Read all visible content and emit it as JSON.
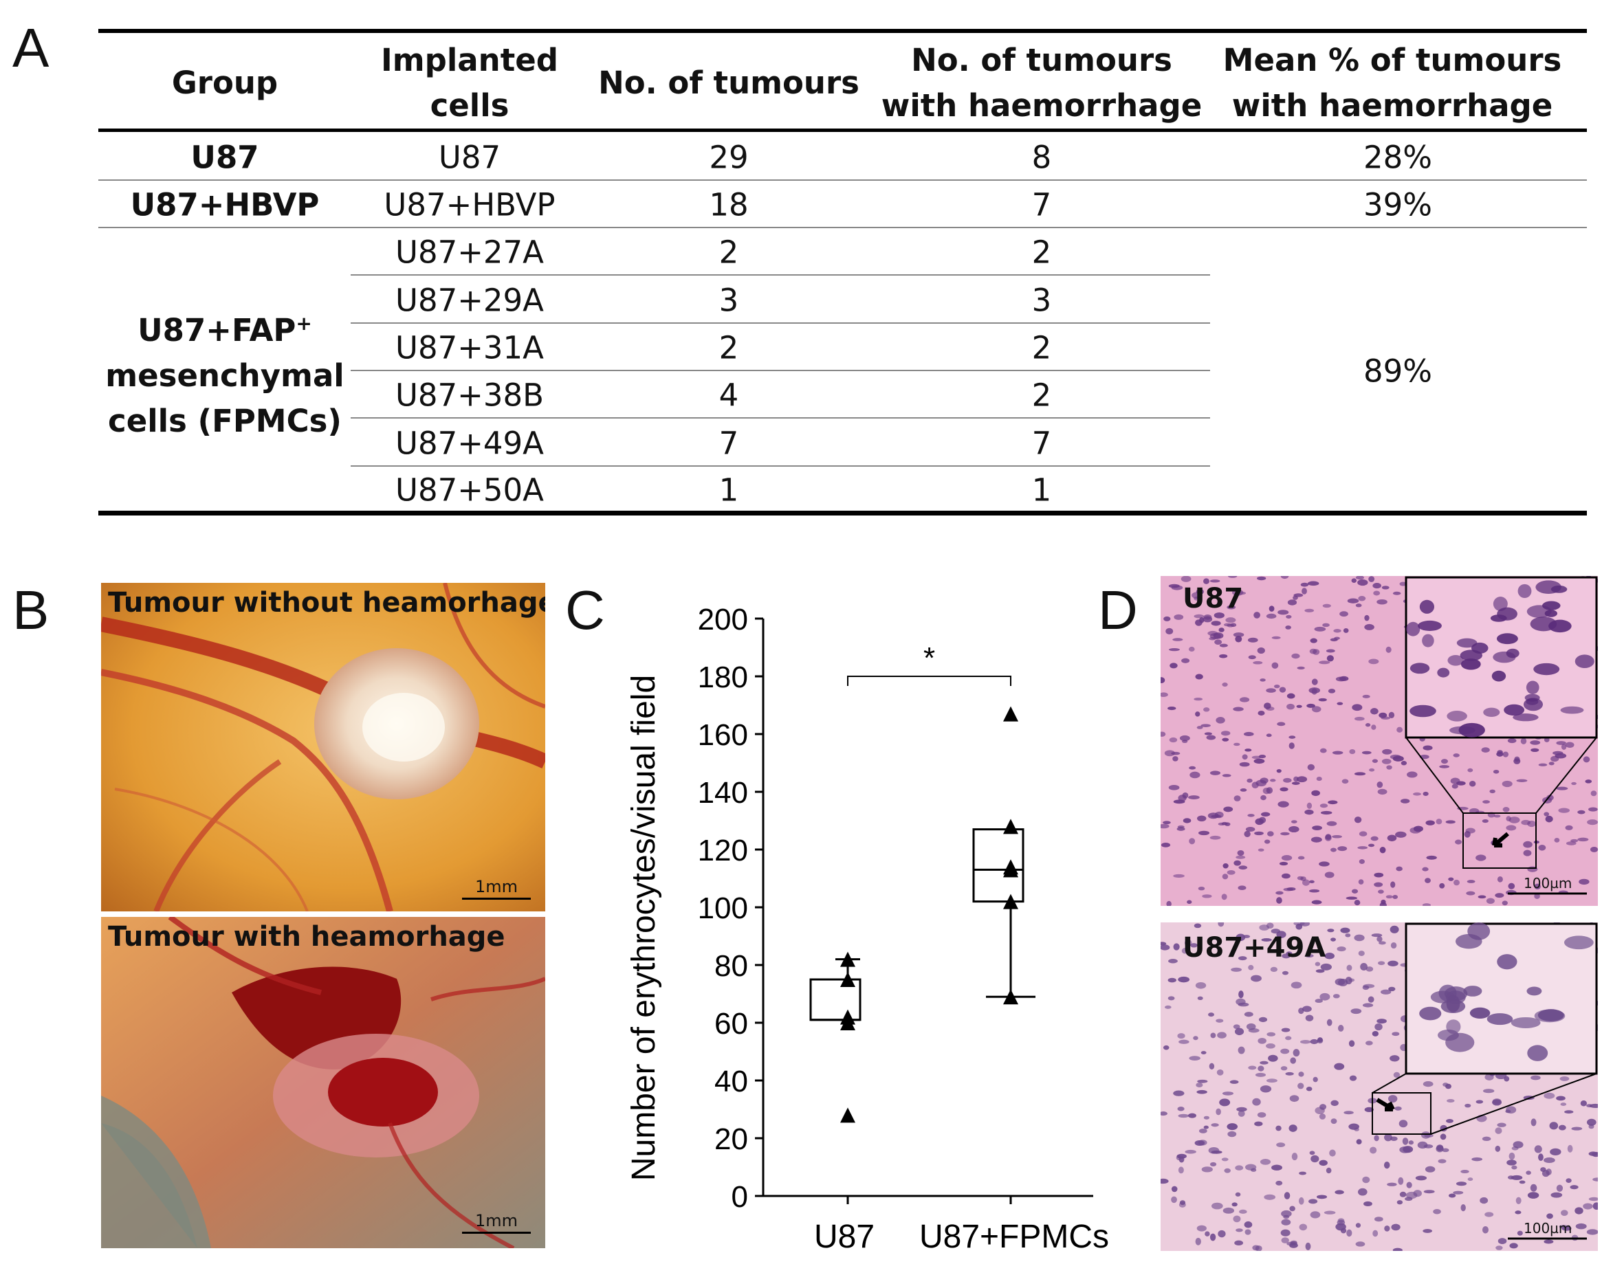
{
  "panels": {
    "a": "A",
    "b": "B",
    "c": "C",
    "d": "D"
  },
  "table": {
    "headers": {
      "group": "Group",
      "implanted_1": "Implanted",
      "implanted_2": "cells",
      "tumours": "No. of tumours",
      "haem_1": "No. of tumours",
      "haem_2": "with haemorrhage",
      "mean_1": "Mean % of tumours",
      "mean_2": "with haemorrhage"
    },
    "group_u87": "U87",
    "group_hbvp": "U87+HBVP",
    "group_fap_1": "U87+FAP",
    "group_fap_sup": "+",
    "group_fap_2": "mesenchymal",
    "group_fap_3": "cells (FPMCs)",
    "rows": [
      {
        "cells": "U87",
        "tumours": "29",
        "haem": "8"
      },
      {
        "cells": "U87+HBVP",
        "tumours": "18",
        "haem": "7"
      },
      {
        "cells": "U87+27A",
        "tumours": "2",
        "haem": "2"
      },
      {
        "cells": "U87+29A",
        "tumours": "3",
        "haem": "3"
      },
      {
        "cells": "U87+31A",
        "tumours": "2",
        "haem": "2"
      },
      {
        "cells": "U87+38B",
        "tumours": "4",
        "haem": "2"
      },
      {
        "cells": "U87+49A",
        "tumours": "7",
        "haem": "7"
      },
      {
        "cells": "U87+50A",
        "tumours": "1",
        "haem": "1"
      }
    ],
    "mean_u87": "28%",
    "mean_hbvp": "39%",
    "mean_fpmc": "89%"
  },
  "photos": {
    "top_caption": "Tumour without heamorhage",
    "bottom_caption": "Tumour with heamorhage",
    "scale": "1mm"
  },
  "micrographs": {
    "top_label": "U87",
    "bottom_label": "U87+49A",
    "scale": "100µm"
  },
  "colors": {
    "photo_bg": "#e0962e",
    "blood": "#8e0f0f",
    "he_pink": "#e7a9cc",
    "he_nuclei": "#6b3a86"
  },
  "chart_data": {
    "type": "box",
    "ylabel": "Number of erythrocytes/visual field",
    "ylim": [
      0,
      200
    ],
    "yticks": [
      0,
      20,
      40,
      60,
      80,
      100,
      120,
      140,
      160,
      180,
      200
    ],
    "categories": [
      "U87",
      "U87+FPMCs"
    ],
    "boxes": [
      {
        "name": "U87",
        "q1": 61,
        "median": 61,
        "q3": 75,
        "whisker_high": 82,
        "points": [
          28,
          60,
          62,
          75,
          82
        ]
      },
      {
        "name": "U87+FPMCs",
        "q1": 102,
        "median": 113,
        "q3": 127,
        "whisker_low": 69,
        "points": [
          69,
          102,
          113,
          114,
          128,
          167
        ]
      }
    ],
    "significance": "*"
  }
}
